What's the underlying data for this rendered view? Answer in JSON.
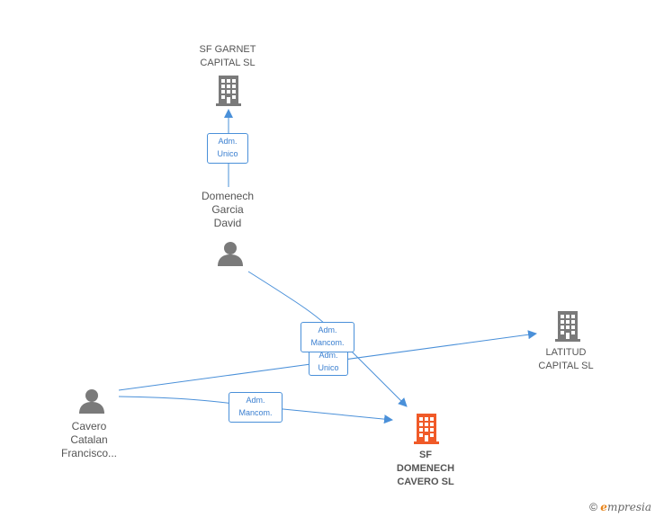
{
  "nodes": {
    "sf_garnet": {
      "lines": [
        "SF GARNET",
        "CAPITAL  SL"
      ],
      "kind": "company"
    },
    "domenech_garcia": {
      "lines": [
        "Domenech",
        "Garcia",
        "David"
      ],
      "kind": "person"
    },
    "latitud": {
      "lines": [
        "LATITUD",
        "CAPITAL  SL"
      ],
      "kind": "company"
    },
    "cavero_catalan": {
      "lines": [
        "Cavero",
        "Catalan",
        "Francisco..."
      ],
      "kind": "person"
    },
    "sf_domenech": {
      "lines": [
        "SF",
        "DOMENECH",
        "CAVERO  SL"
      ],
      "kind": "company-main"
    }
  },
  "edges": {
    "e1": {
      "lines": [
        "Adm.",
        "Unico"
      ]
    },
    "e2": {
      "lines": [
        "Adm.",
        "Mancom."
      ]
    },
    "e3": {
      "lines": [
        "Adm.",
        "Unico"
      ]
    },
    "e4": {
      "lines": [
        "Adm.",
        "Mancom."
      ]
    }
  },
  "colors": {
    "edge": "#4a90d9",
    "icon": "#7a7a7a",
    "main_company": "#f05a28"
  },
  "footer": {
    "copyright": "©",
    "brand_initial": "e",
    "brand_rest": "mpresia"
  }
}
